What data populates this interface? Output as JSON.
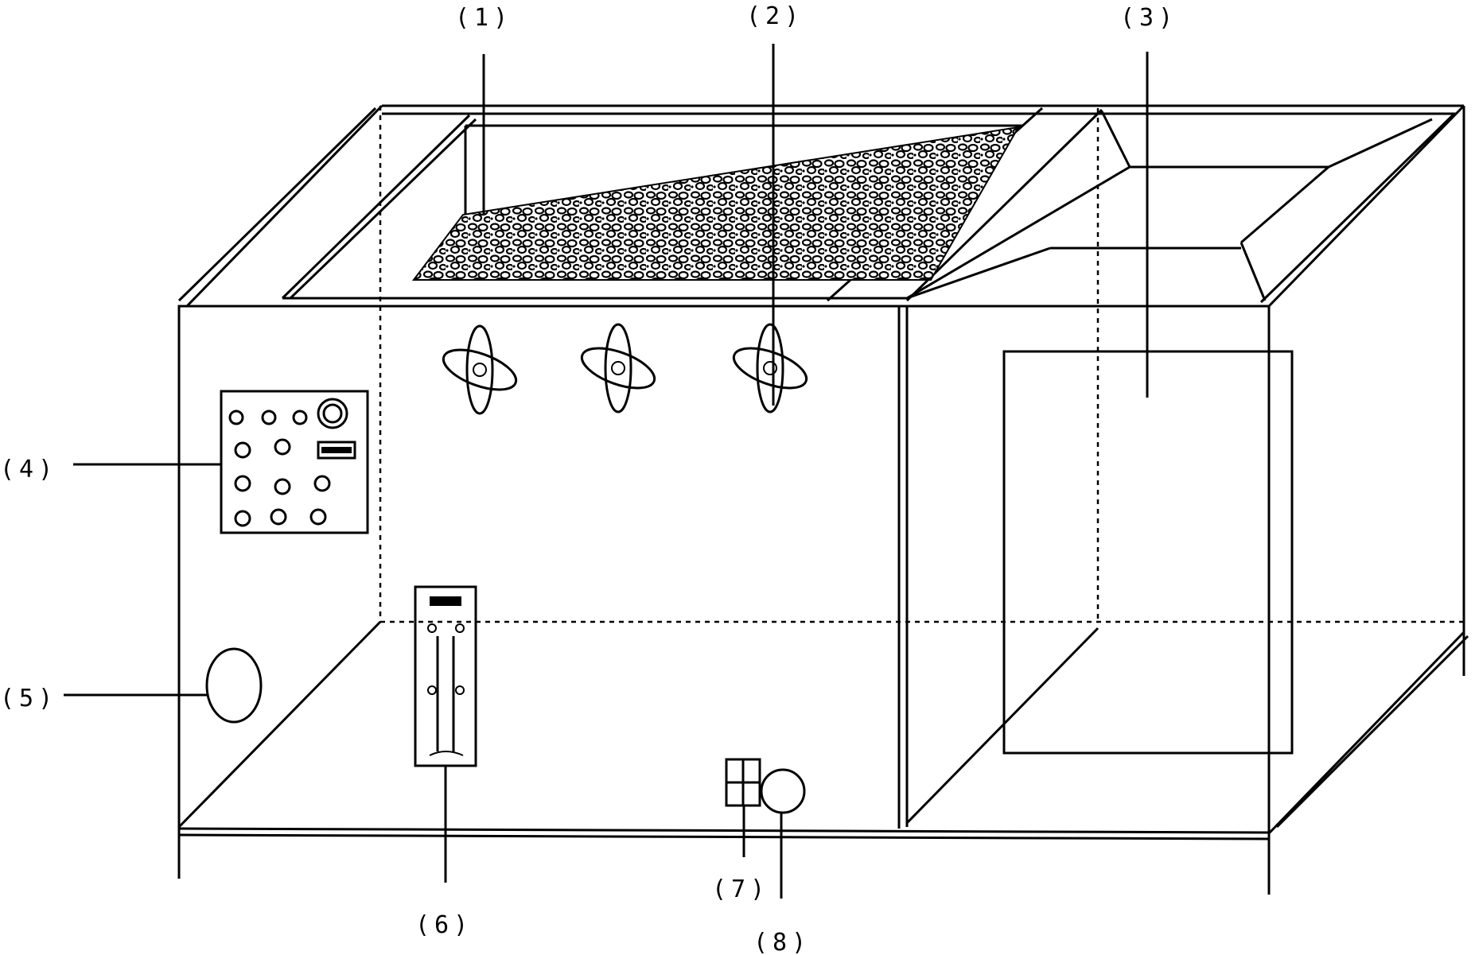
{
  "labels": {
    "l1": "(1)",
    "l2": "(2)",
    "l3": "(3)",
    "l4": "(4)",
    "l5": "(5)",
    "l6": "(6)",
    "l7": "(7)",
    "l8": "(8)"
  }
}
